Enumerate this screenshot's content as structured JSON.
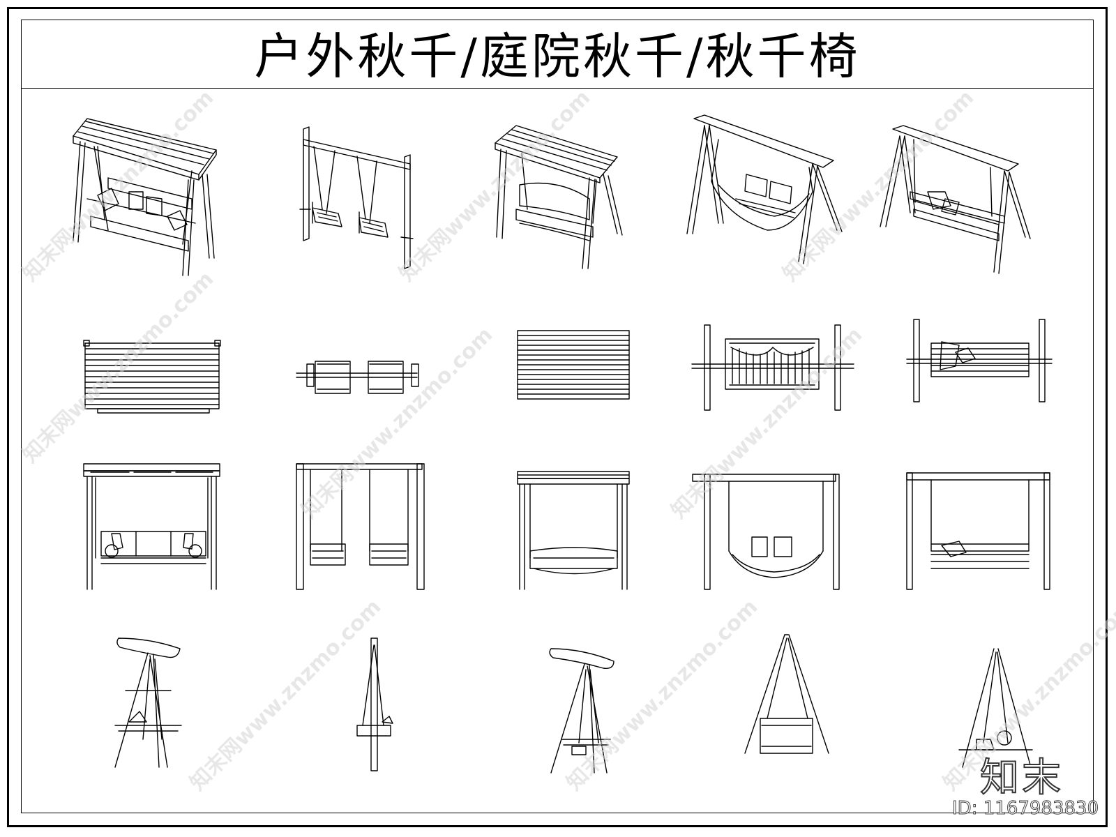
{
  "title": "户外秋千/庭院秋千/秋千椅",
  "watermark": {
    "text": "知末网www.znzmo.com",
    "logo": "知末",
    "id_label": "ID: 1167983830"
  },
  "figures": [
    {
      "row": "perspective",
      "name": "canopy-swing-cushions"
    },
    {
      "row": "perspective",
      "name": "double-chair-swing"
    },
    {
      "row": "perspective",
      "name": "canopy-swing-sofa"
    },
    {
      "row": "perspective",
      "name": "hammock-swing"
    },
    {
      "row": "perspective",
      "name": "bench-swing"
    },
    {
      "row": "plan",
      "name": "canopy-swing-cushions"
    },
    {
      "row": "plan",
      "name": "double-chair-swing"
    },
    {
      "row": "plan",
      "name": "canopy-swing-sofa"
    },
    {
      "row": "plan",
      "name": "hammock-swing"
    },
    {
      "row": "plan",
      "name": "bench-swing"
    },
    {
      "row": "front",
      "name": "canopy-swing-cushions"
    },
    {
      "row": "front",
      "name": "double-chair-swing"
    },
    {
      "row": "front",
      "name": "canopy-swing-sofa"
    },
    {
      "row": "front",
      "name": "hammock-swing"
    },
    {
      "row": "front",
      "name": "bench-swing"
    },
    {
      "row": "side",
      "name": "canopy-swing-cushions"
    },
    {
      "row": "side",
      "name": "double-chair-swing"
    },
    {
      "row": "side",
      "name": "canopy-swing-sofa"
    },
    {
      "row": "side",
      "name": "hammock-swing"
    },
    {
      "row": "side",
      "name": "bench-swing"
    }
  ]
}
